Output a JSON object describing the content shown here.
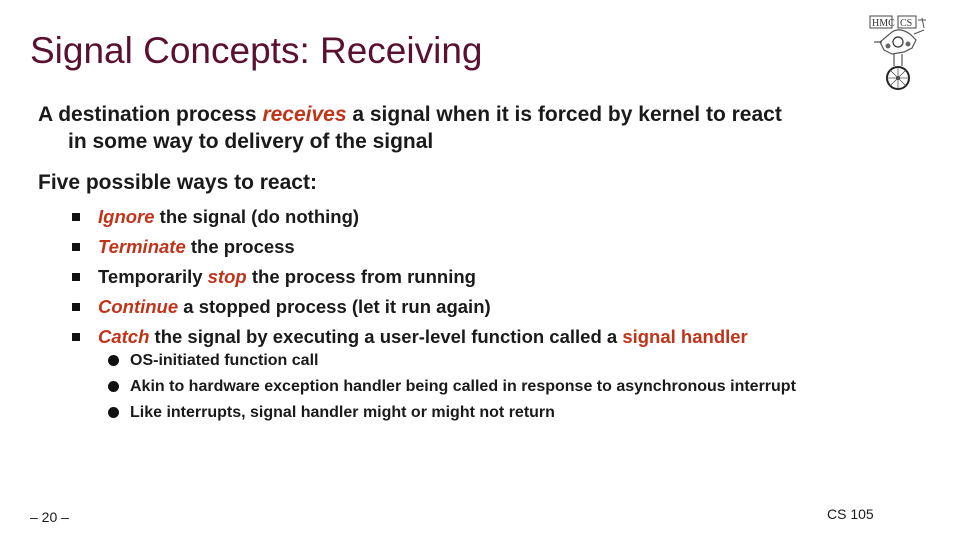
{
  "slide": {
    "title": "Signal Concepts: Receiving",
    "intro": {
      "before": "A destination process ",
      "emph": "receives",
      "after": " a signal when it is forced by kernel to react",
      "line2": "in some way to delivery of the signal"
    },
    "five_label": "Five possible ways to react:",
    "ways": [
      {
        "pre": "",
        "em": "Ignore",
        "post": " the signal (do nothing)",
        "tail": ""
      },
      {
        "pre": "",
        "em": "Terminate",
        "post": " the process",
        "tail": ""
      },
      {
        "pre": "Temporarily ",
        "em": "stop",
        "post": " the process from running",
        "tail": ""
      },
      {
        "pre": "",
        "em": "Continue",
        "post": " a stopped process (let it run again)",
        "tail": ""
      },
      {
        "pre": "",
        "em": "Catch",
        "post": " the signal by executing a user-level function called a ",
        "tail": "signal handler"
      }
    ],
    "handler_notes": [
      "OS-initiated function call",
      "Akin to hardware exception handler being called in response to asynchronous interrupt",
      "Like interrupts, signal handler might or might not return"
    ],
    "page_number": "– 20 –",
    "course": "CS 105",
    "logo_text": [
      "HMC",
      "CS"
    ],
    "accent_color": "#c0341a",
    "title_color": "#5a1030"
  }
}
